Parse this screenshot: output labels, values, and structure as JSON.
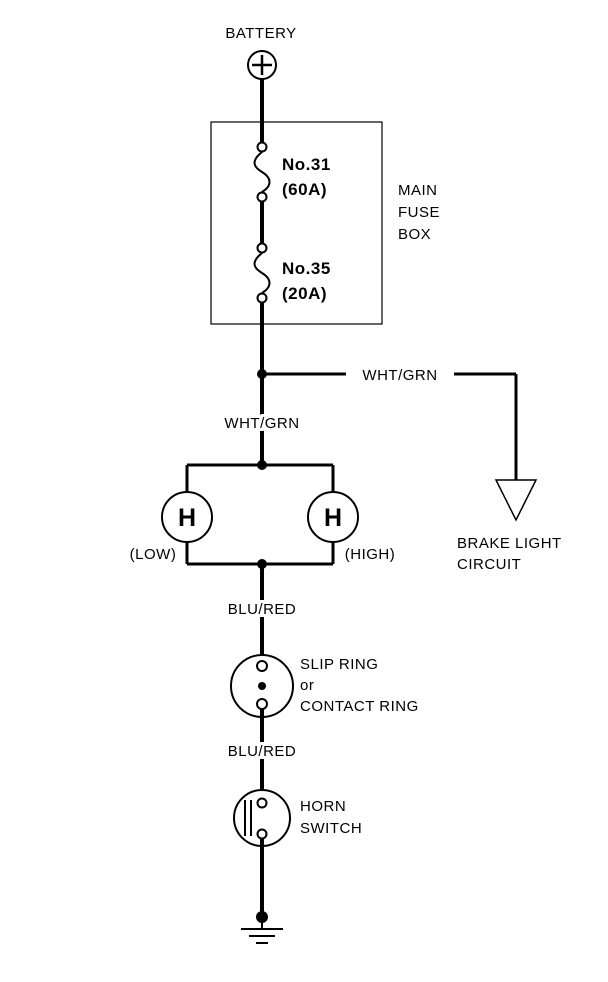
{
  "battery": {
    "label": "BATTERY",
    "symbol": "plus-terminal"
  },
  "fuse_box": {
    "label_line1": "MAIN",
    "label_line2": "FUSE",
    "label_line3": "BOX",
    "fuses": [
      {
        "number": "No.31",
        "rating": "(60A)"
      },
      {
        "number": "No.35",
        "rating": "(20A)"
      }
    ]
  },
  "wires": {
    "brake_branch": "WHT/GRN",
    "horn_feed": "WHT/GRN",
    "horn_return": "BLU/RED",
    "switch_feed": "BLU/RED"
  },
  "brake_light": {
    "line1": "BRAKE LIGHT",
    "line2": "CIRCUIT"
  },
  "horns": [
    {
      "glyph": "H",
      "label": "(LOW)"
    },
    {
      "glyph": "H",
      "label": "(HIGH)"
    }
  ],
  "slip_ring": {
    "line1": "SLIP RING",
    "line2": "or",
    "line3": "CONTACT RING"
  },
  "horn_switch": {
    "line1": "HORN",
    "line2": "SWITCH"
  }
}
